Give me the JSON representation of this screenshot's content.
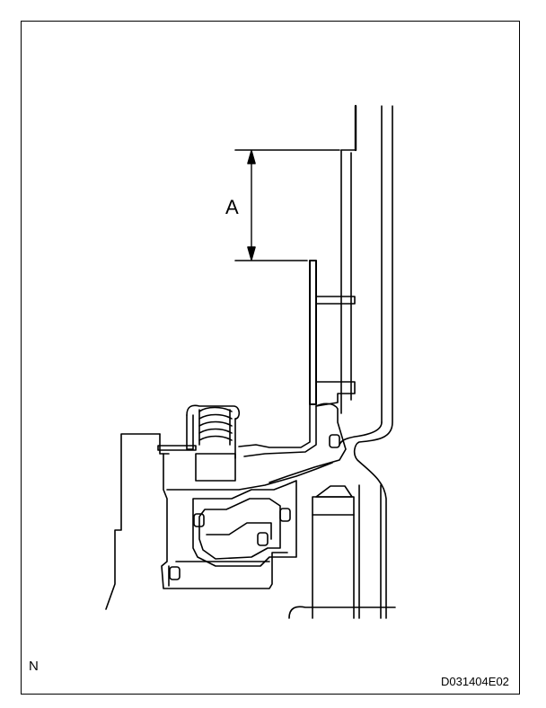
{
  "diagram": {
    "dimension_label": "A",
    "orientation_mark": "N",
    "figure_code": "D031404E02"
  },
  "colors": {
    "line": "#000000",
    "background": "#ffffff"
  }
}
